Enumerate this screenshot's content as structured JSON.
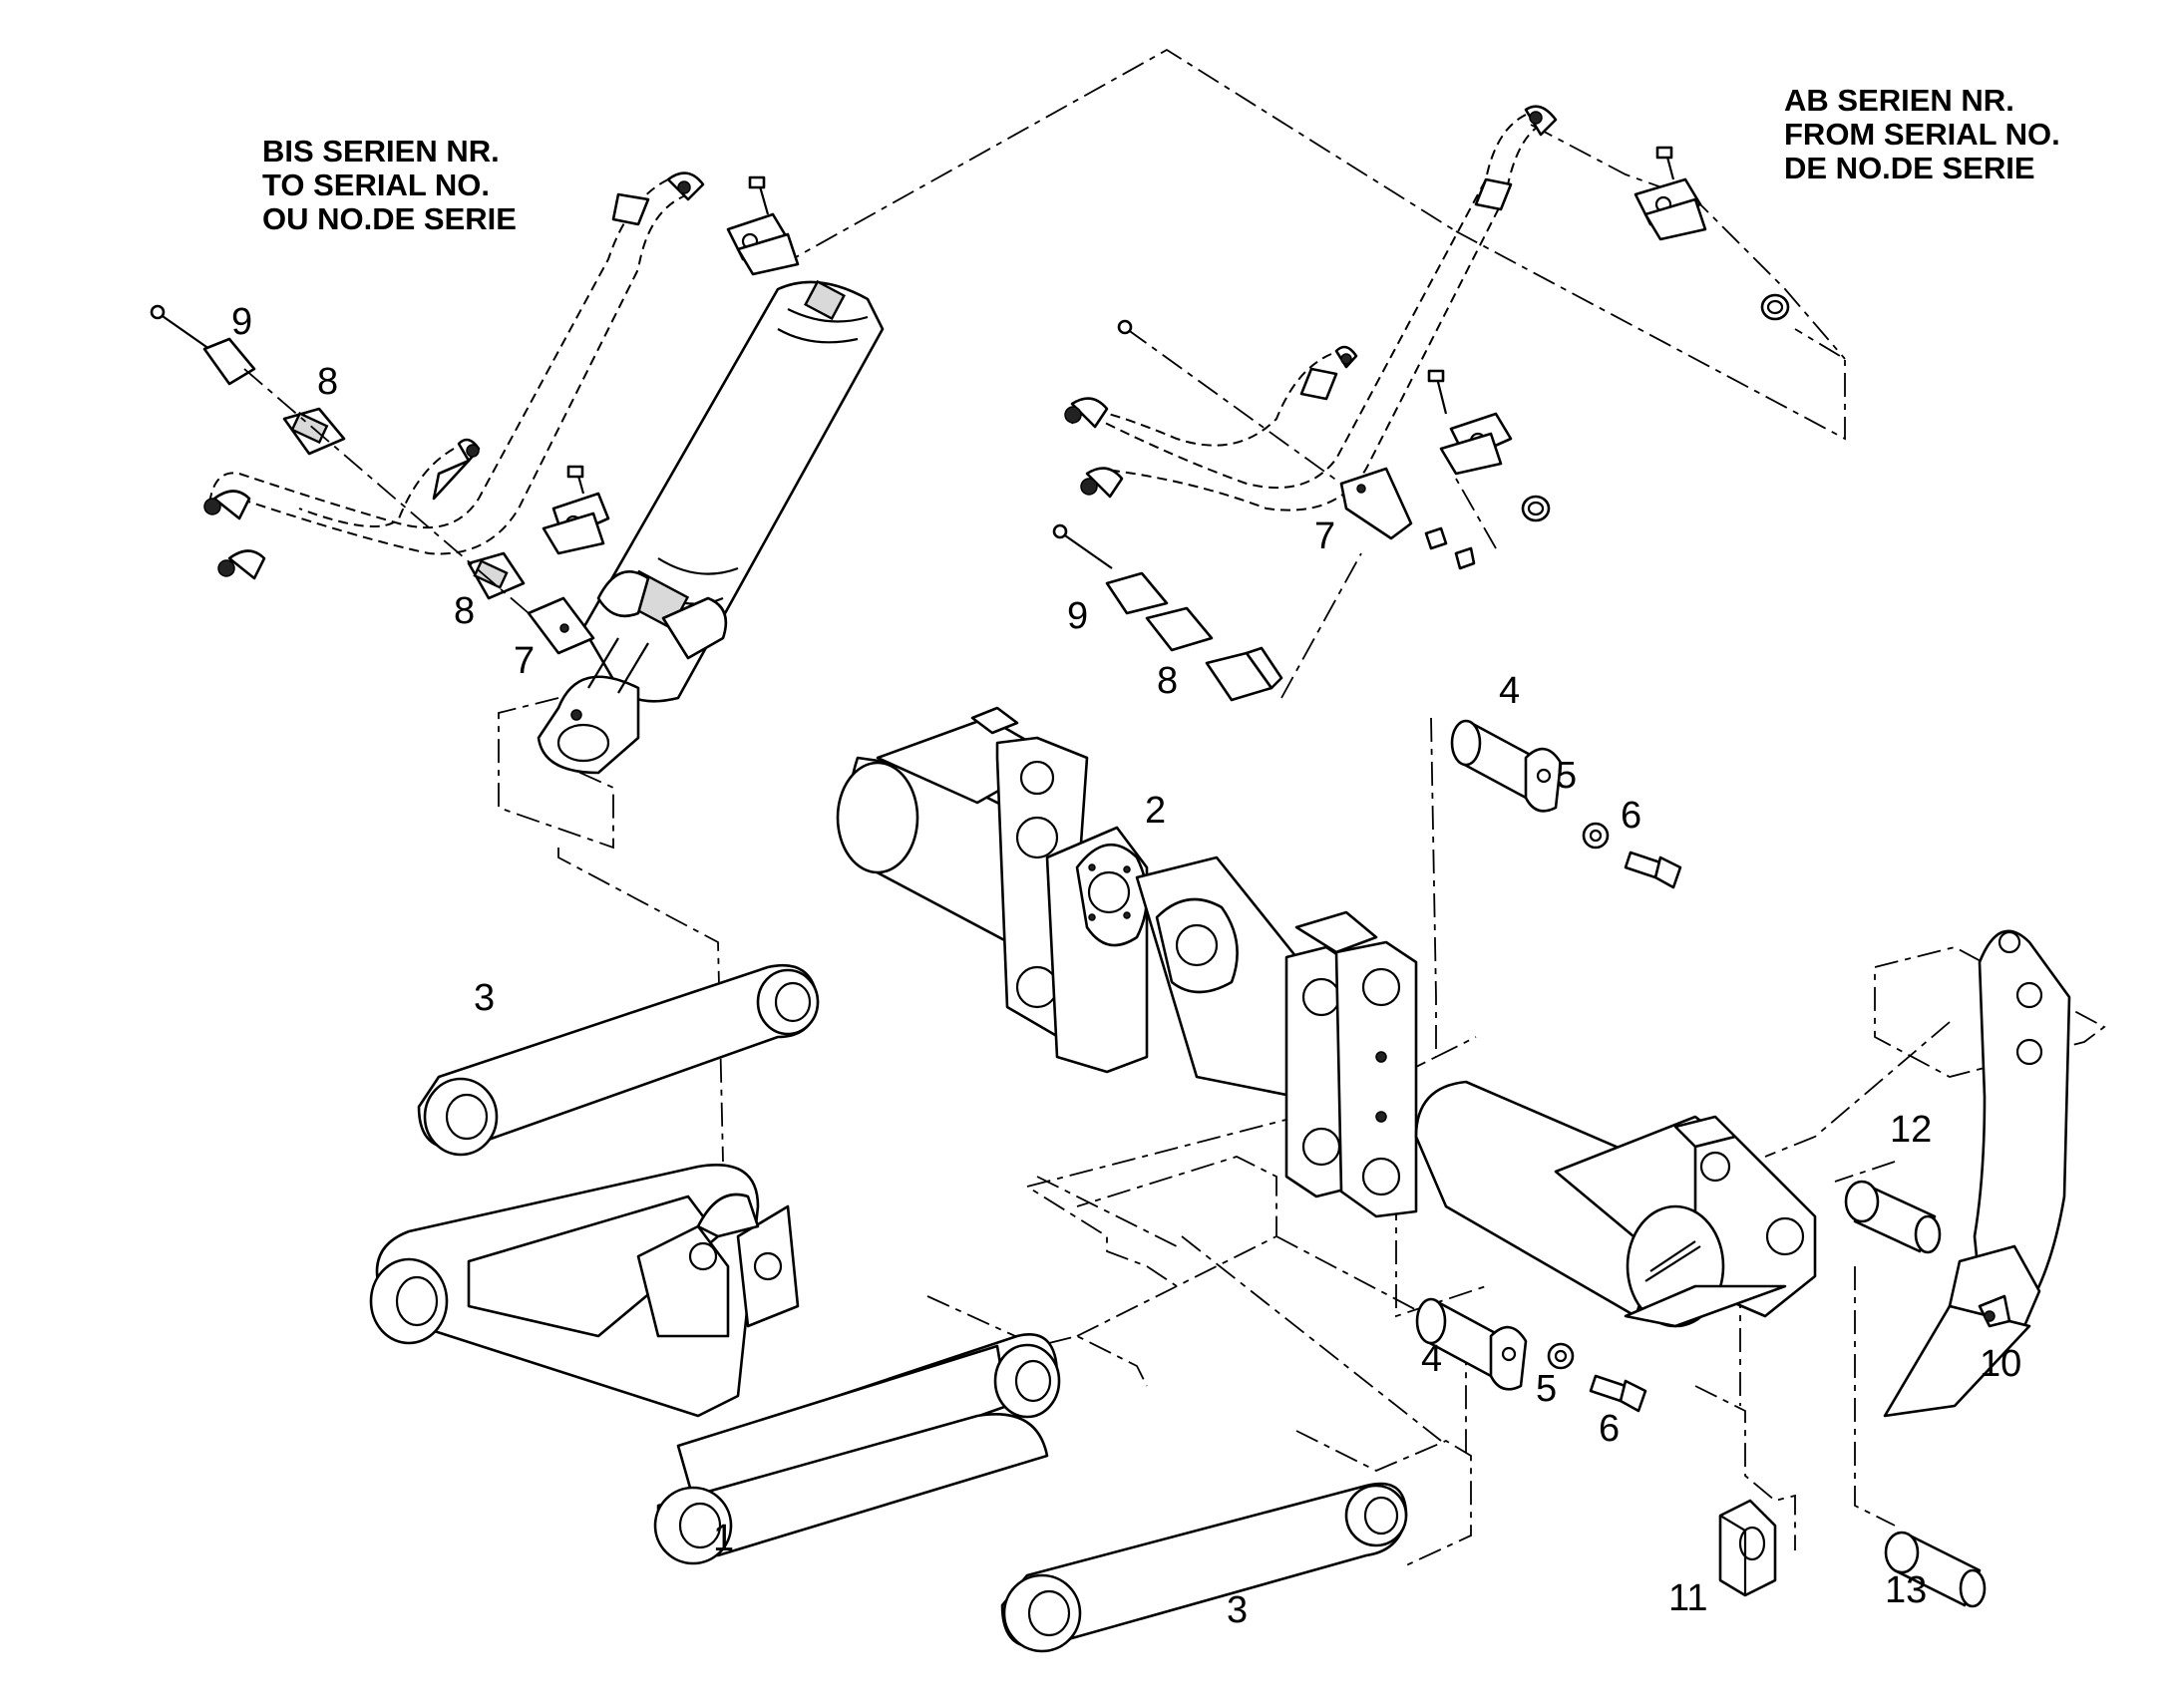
{
  "notes": {
    "left": [
      "BIS SERIEN NR.",
      "TO SERIAL NO.",
      "OU NO.DE SERIE"
    ],
    "right": [
      "AB SERIEN NR.",
      "FROM SERIAL NO.",
      "DE NO.DE SERIE"
    ]
  },
  "callouts": [
    {
      "id": "c9a",
      "label": "9"
    },
    {
      "id": "c8a",
      "label": "8"
    },
    {
      "id": "c8b",
      "label": "8"
    },
    {
      "id": "c7a",
      "label": "7"
    },
    {
      "id": "c7b",
      "label": "7"
    },
    {
      "id": "c9b",
      "label": "9"
    },
    {
      "id": "c8c",
      "label": "8"
    },
    {
      "id": "c4a",
      "label": "4"
    },
    {
      "id": "c5a",
      "label": "5"
    },
    {
      "id": "c6a",
      "label": "6"
    },
    {
      "id": "c2",
      "label": "2"
    },
    {
      "id": "c3a",
      "label": "3"
    },
    {
      "id": "c12",
      "label": "12"
    },
    {
      "id": "c10",
      "label": "10"
    },
    {
      "id": "c4b",
      "label": "4"
    },
    {
      "id": "c5b",
      "label": "5"
    },
    {
      "id": "c6b",
      "label": "6"
    },
    {
      "id": "c1",
      "label": "1"
    },
    {
      "id": "c11",
      "label": "11"
    },
    {
      "id": "c13",
      "label": "13"
    },
    {
      "id": "c3b",
      "label": "3"
    }
  ]
}
